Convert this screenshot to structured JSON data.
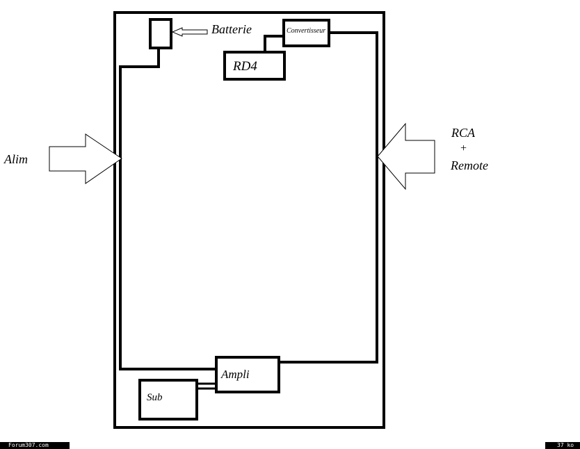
{
  "labels": {
    "batterie": "Batterie",
    "convertisseur": "Convertisseur",
    "rd4": "RD4",
    "alim": "Alim",
    "rca": "RCA",
    "plus": "+",
    "remote": "Remote",
    "ampli": "Ampli",
    "sub": "Sub"
  },
  "footer": {
    "site": "Forum307.com",
    "size": "37 ko"
  }
}
